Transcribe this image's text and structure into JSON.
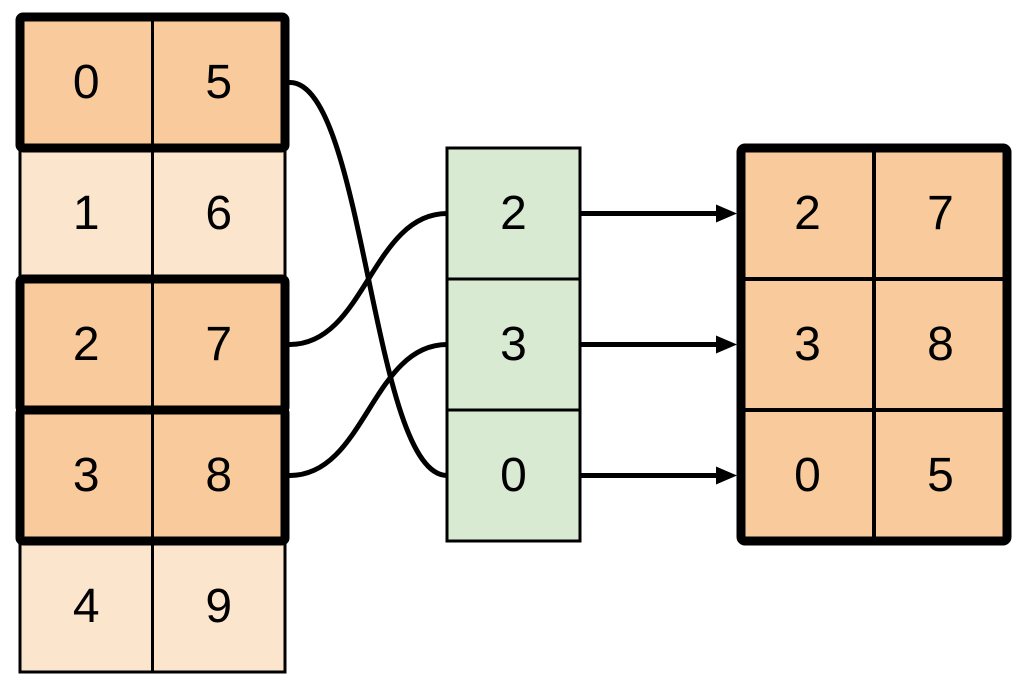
{
  "colors": {
    "highlight_fill": "#F9CB9C",
    "muted_fill": "#FCE5CD",
    "index_fill": "#D9EAD3",
    "line": "#000000",
    "background": "#FFFFFF"
  },
  "source_table": {
    "rows": [
      {
        "cells": [
          "0",
          "5"
        ],
        "highlighted": true
      },
      {
        "cells": [
          "1",
          "6"
        ],
        "highlighted": false
      },
      {
        "cells": [
          "2",
          "7"
        ],
        "highlighted": true
      },
      {
        "cells": [
          "3",
          "8"
        ],
        "highlighted": true
      },
      {
        "cells": [
          "4",
          "9"
        ],
        "highlighted": false
      }
    ]
  },
  "index_column": {
    "cells": [
      "2",
      "3",
      "0"
    ]
  },
  "result_table": {
    "rows": [
      {
        "cells": [
          "2",
          "7"
        ]
      },
      {
        "cells": [
          "3",
          "8"
        ]
      },
      {
        "cells": [
          "0",
          "5"
        ]
      }
    ]
  },
  "connections": {
    "curves": [
      {
        "from_source_row": 0,
        "to_index_row": 2
      },
      {
        "from_source_row": 2,
        "to_index_row": 0
      },
      {
        "from_source_row": 3,
        "to_index_row": 1
      }
    ],
    "arrows": [
      {
        "from_index_row": 0,
        "to_result_row": 0
      },
      {
        "from_index_row": 1,
        "to_result_row": 1
      },
      {
        "from_index_row": 2,
        "to_result_row": 2
      }
    ]
  }
}
